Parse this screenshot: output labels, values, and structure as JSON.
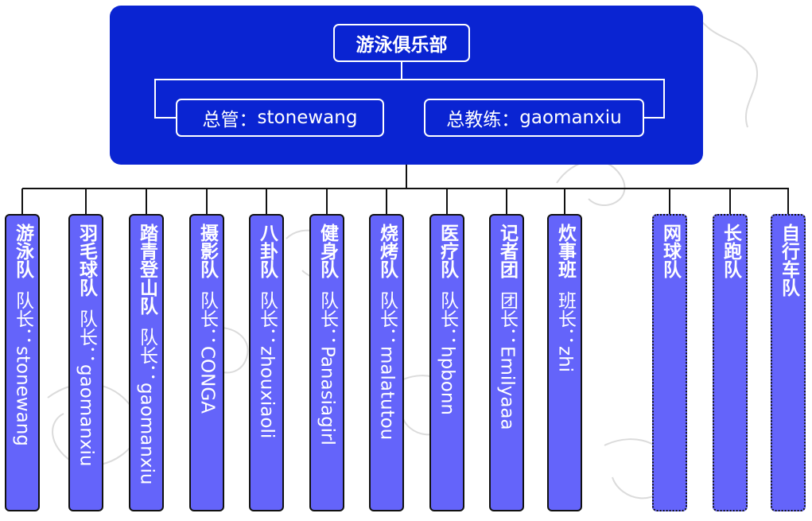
{
  "chart_data": {
    "type": "org_chart",
    "root": {
      "label": "游泳俱乐部",
      "staff": [
        {
          "role": "总管",
          "sep": "：",
          "name": "stonewang"
        },
        {
          "role": "总教练",
          "sep": "：",
          "name": "gaomanxiu"
        }
      ],
      "teams": [
        {
          "name": "游泳队",
          "leader_role": "队长",
          "sep": "：",
          "leader": "stonewang",
          "dashed": false
        },
        {
          "name": "羽毛球队",
          "leader_role": "队长",
          "sep": "：",
          "leader": "gaomanxiu",
          "dashed": false
        },
        {
          "name": "踏青登山队",
          "leader_role": "队长",
          "sep": "：",
          "leader": "gaomanxiu",
          "dashed": false
        },
        {
          "name": "摄影队",
          "leader_role": "队长",
          "sep": "：",
          "leader": "CONGA",
          "dashed": false
        },
        {
          "name": "八卦队",
          "leader_role": "队长",
          "sep": "：",
          "leader": "zhouxiaoli",
          "dashed": false
        },
        {
          "name": "健身队",
          "leader_role": "队长",
          "sep": "：",
          "leader": "Panasiagirl",
          "dashed": false
        },
        {
          "name": "烧烤队",
          "leader_role": "队长",
          "sep": "：",
          "leader": "malatutou",
          "dashed": false
        },
        {
          "name": "医疗队",
          "leader_role": "队长",
          "sep": "：",
          "leader": "hpbonn",
          "dashed": false
        },
        {
          "name": "记者团",
          "leader_role": "团长",
          "sep": "：",
          "leader": "Emilyaaa",
          "dashed": false
        },
        {
          "name": "炊事班",
          "leader_role": "班长",
          "sep": "：",
          "leader": "zhi",
          "dashed": false
        },
        {
          "name": "网球队",
          "leader_role": "",
          "sep": "",
          "leader": "",
          "dashed": true
        },
        {
          "name": "长跑队",
          "leader_role": "",
          "sep": "",
          "leader": "",
          "dashed": true
        },
        {
          "name": "自行车队",
          "leader_role": "",
          "sep": "",
          "leader": "",
          "dashed": true
        }
      ]
    }
  },
  "colors": {
    "panel": "#0a24d2",
    "team_fill": "#6464fa",
    "line": "#111111",
    "text": "#ffffff"
  }
}
